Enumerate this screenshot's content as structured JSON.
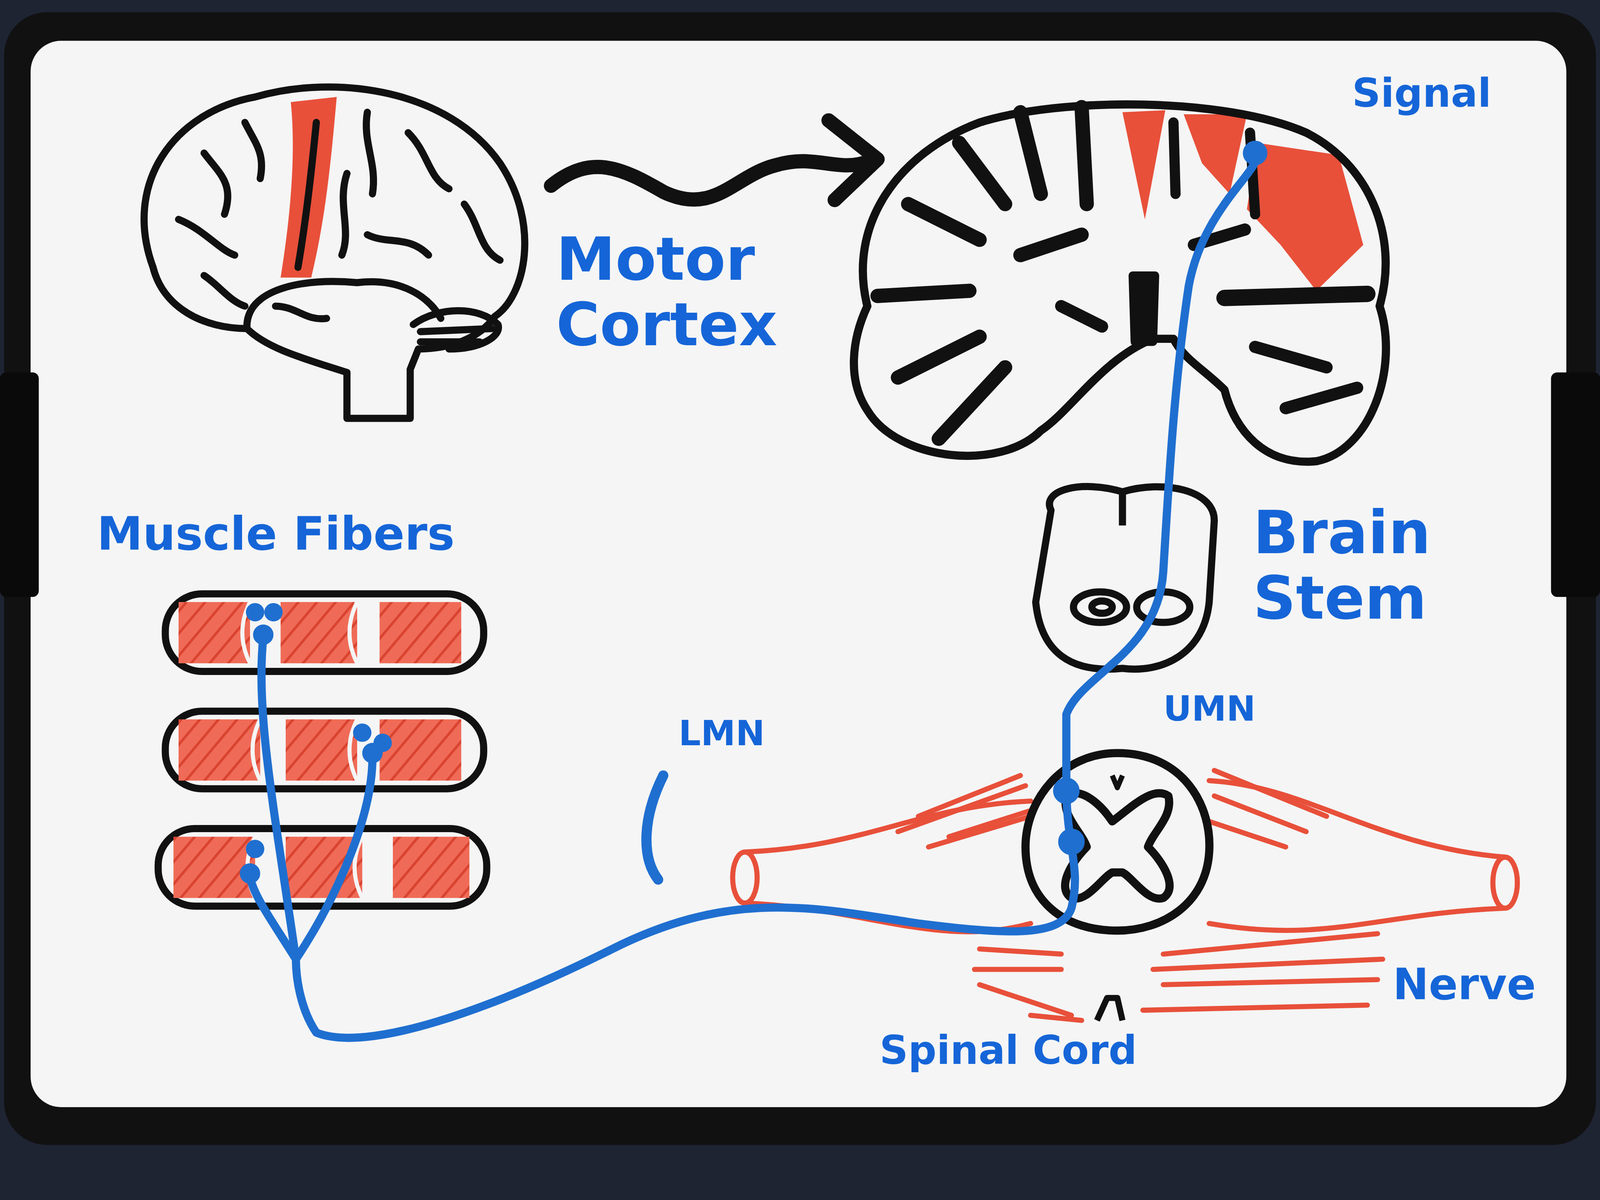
{
  "diagram": {
    "labels": [
      "Signal",
      "Motor Cortex",
      "Muscle Fibers",
      "Brain Stem",
      "UMN",
      "LMN",
      "Nerve",
      "Spinal Cord"
    ]
  }
}
